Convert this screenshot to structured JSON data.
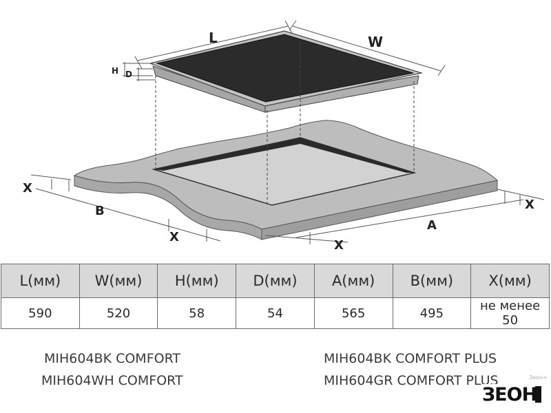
{
  "diagram": {
    "labels": {
      "L": "L",
      "W": "W",
      "H": "H",
      "D": "D",
      "A": "A",
      "B": "B",
      "X": "X"
    }
  },
  "table": {
    "headers": [
      "L(мм)",
      "W(мм)",
      "H(мм)",
      "D(мм)",
      "A(мм)",
      "B(мм)",
      "X(мм)"
    ],
    "values": [
      "590",
      "520",
      "58",
      "54",
      "565",
      "495",
      "не менее 50"
    ]
  },
  "models": [
    "MIH604BK COMFORT",
    "MIH604WH COMFORT",
    "MIH604BK COMFORT PLUS",
    "MIH604GR COMFORT PLUS"
  ],
  "logo": {
    "text": "ЗЕОН",
    "tiny": "Зеон+"
  },
  "colors": {
    "hob_top": "#2b2b2b",
    "hob_frame": "#c4c4c4",
    "counter": "#bdbdbd",
    "counter_side": "#a8a8a8",
    "cutout": "#2a2a2a",
    "header_bg": "#d9d9d9"
  }
}
